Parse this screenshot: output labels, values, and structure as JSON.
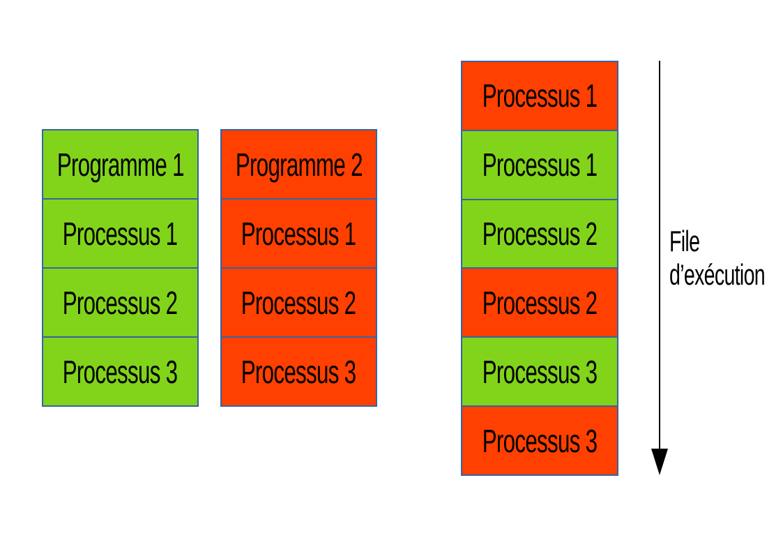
{
  "colors": {
    "green": "#81D41A",
    "red": "#FF4000",
    "border": "#3465A4",
    "arrow": "#000000"
  },
  "columns": [
    {
      "name": "programme-1",
      "cells": [
        {
          "label": "Programme 1",
          "color": "green"
        },
        {
          "label": "Processus 1",
          "color": "green"
        },
        {
          "label": "Processus 2",
          "color": "green"
        },
        {
          "label": "Processus 3",
          "color": "green"
        }
      ]
    },
    {
      "name": "programme-2",
      "cells": [
        {
          "label": "Programme 2",
          "color": "red"
        },
        {
          "label": "Processus 1",
          "color": "red"
        },
        {
          "label": "Processus 2",
          "color": "red"
        },
        {
          "label": "Processus 3",
          "color": "red"
        }
      ]
    },
    {
      "name": "execution-queue",
      "cells": [
        {
          "label": "Processus 1",
          "color": "red"
        },
        {
          "label": "Processus 1",
          "color": "green"
        },
        {
          "label": "Processus 2",
          "color": "green"
        },
        {
          "label": "Processus 2",
          "color": "red"
        },
        {
          "label": "Processus 3",
          "color": "green"
        },
        {
          "label": "Processus 3",
          "color": "red"
        }
      ]
    }
  ],
  "arrow": {
    "label_line1": "File",
    "label_line2": "d’exécution"
  }
}
